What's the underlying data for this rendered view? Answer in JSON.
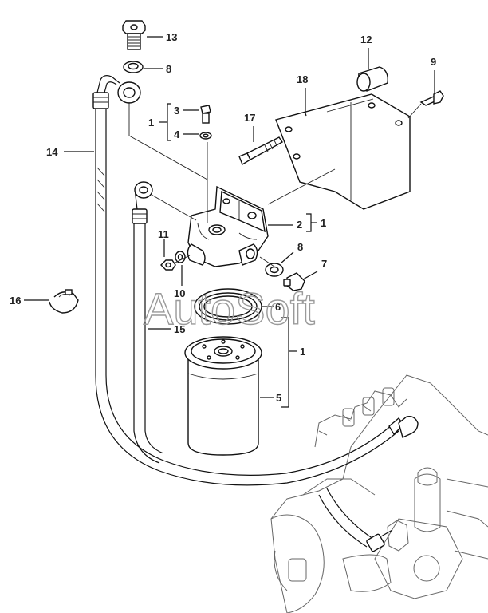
{
  "watermark": "AutoSoft",
  "callouts": [
    {
      "id": "c13",
      "text": "13"
    },
    {
      "id": "c8a",
      "text": "8"
    },
    {
      "id": "c12",
      "text": "12"
    },
    {
      "id": "c9",
      "text": "9"
    },
    {
      "id": "c18",
      "text": "18"
    },
    {
      "id": "c1a",
      "text": "1"
    },
    {
      "id": "c3",
      "text": "3"
    },
    {
      "id": "c4",
      "text": "4"
    },
    {
      "id": "c17",
      "text": "17"
    },
    {
      "id": "c14",
      "text": "14"
    },
    {
      "id": "c2",
      "text": "2"
    },
    {
      "id": "c1b",
      "text": "1"
    },
    {
      "id": "c11",
      "text": "11"
    },
    {
      "id": "c8b",
      "text": "8"
    },
    {
      "id": "c10",
      "text": "10"
    },
    {
      "id": "c7",
      "text": "7"
    },
    {
      "id": "c16",
      "text": "16"
    },
    {
      "id": "c6",
      "text": "6"
    },
    {
      "id": "c15",
      "text": "15"
    },
    {
      "id": "c1c",
      "text": "1"
    },
    {
      "id": "c5",
      "text": "5"
    }
  ]
}
